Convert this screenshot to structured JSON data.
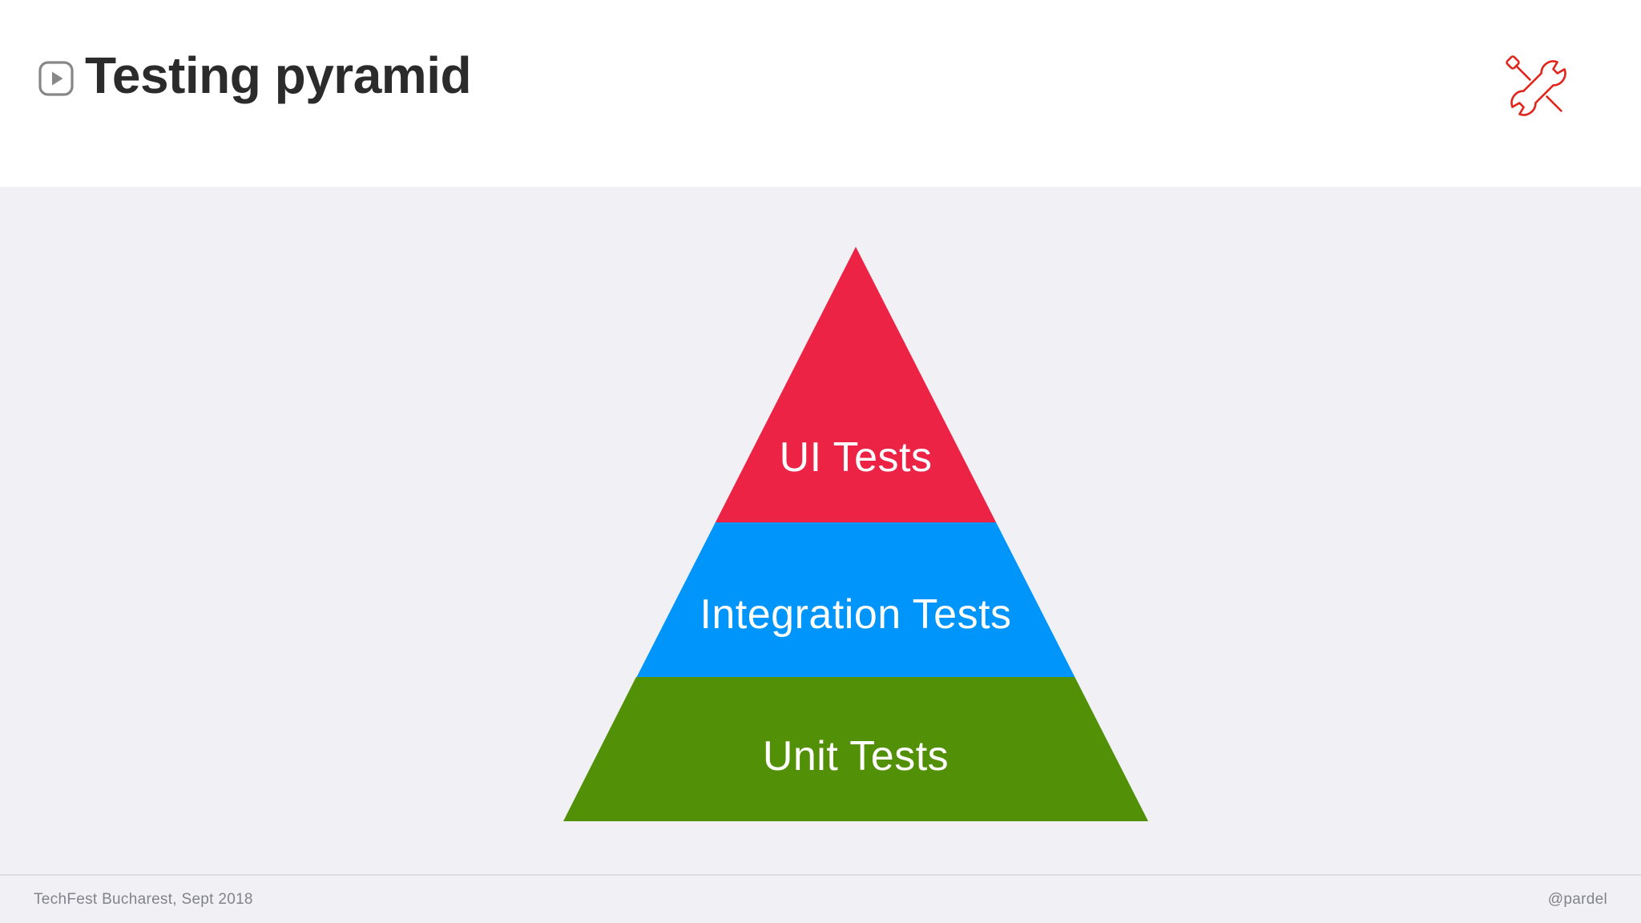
{
  "slide": {
    "title": "Testing pyramid"
  },
  "pyramid": {
    "type": "pyramid",
    "levels": [
      {
        "label": "UI Tests",
        "color": "#ed2346",
        "position": "top"
      },
      {
        "label": "Integration Tests",
        "color": "#0095fa",
        "position": "middle"
      },
      {
        "label": "Unit Tests",
        "color": "#529008",
        "position": "bottom"
      }
    ],
    "label_color": "#ffffff"
  },
  "footer": {
    "left": "TechFest Bucharest, Sept 2018",
    "right": "@pardel"
  },
  "icons": {
    "play": {
      "name": "play-icon",
      "color": "#878787"
    },
    "tools": {
      "name": "tools-icon",
      "color": "#e1261d"
    }
  },
  "colors": {
    "header_bg": "#ffffff",
    "canvas_bg": "#f1f1f5",
    "title_text": "#2b2b2b",
    "footer_text": "#82828b",
    "divider": "#dcdce2"
  }
}
